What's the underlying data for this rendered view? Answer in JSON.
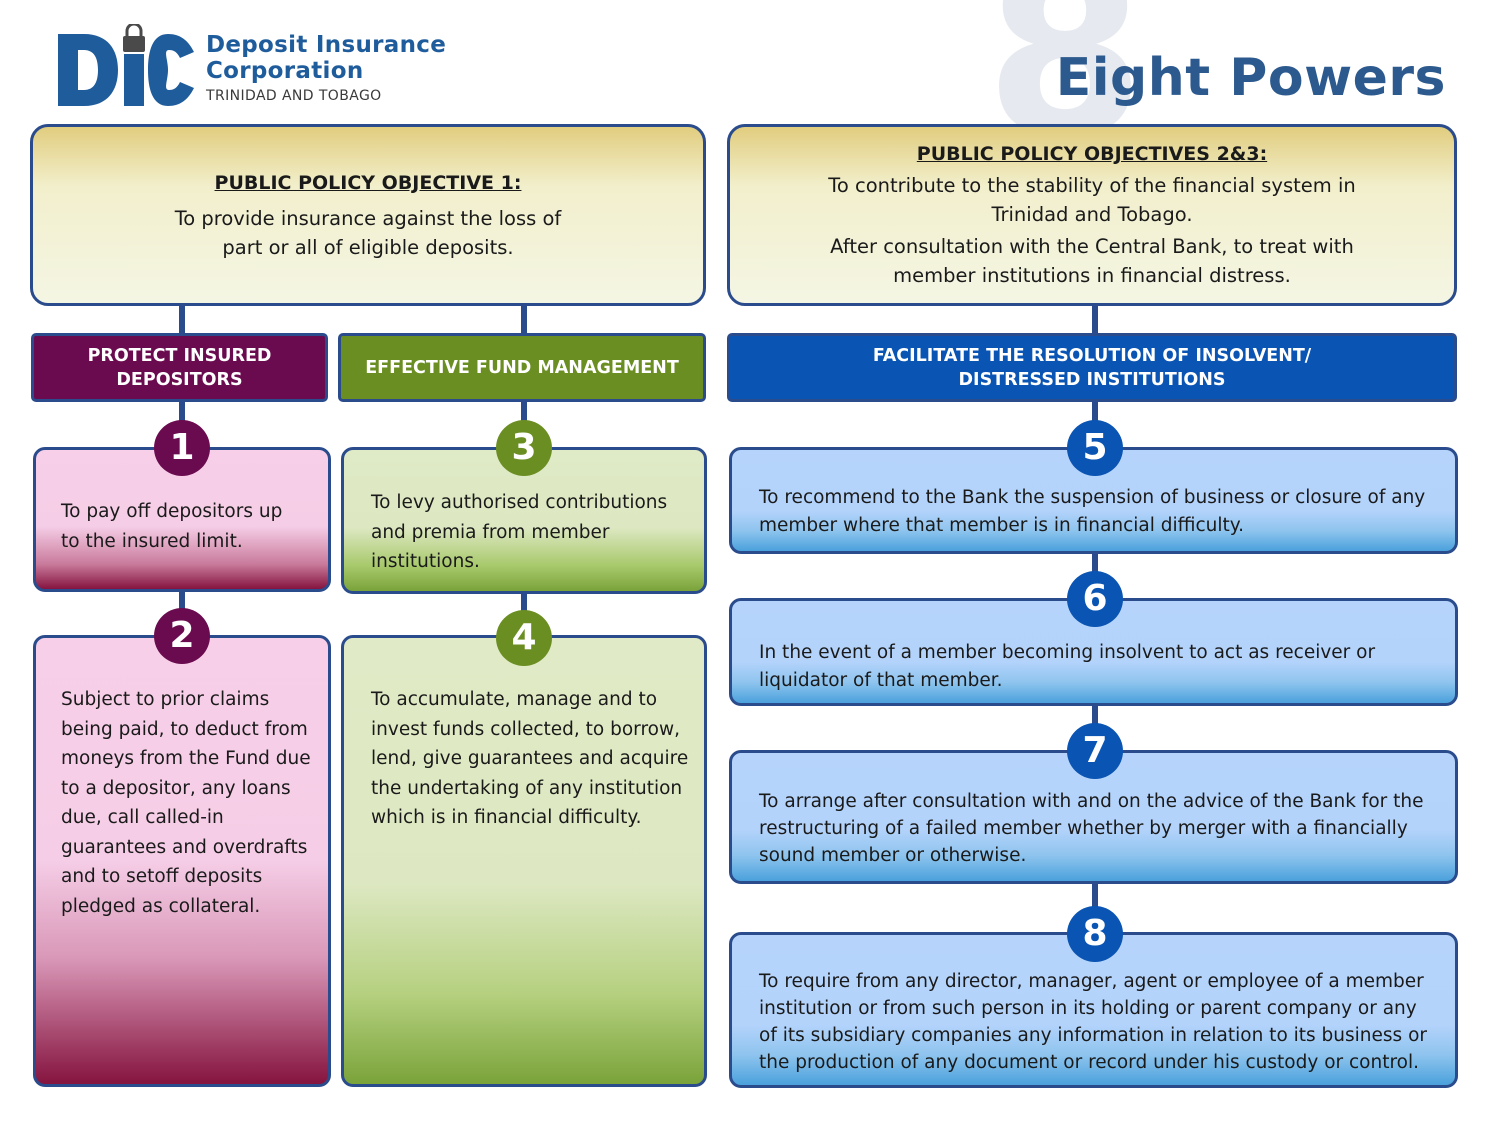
{
  "header": {
    "logo_text": "DIC",
    "org_line1": "Deposit Insurance",
    "org_line2": "Corporation",
    "org_line3": "TRINIDAD AND TOBAGO",
    "watermark_digit": "8",
    "title": "Eight Powers"
  },
  "colors": {
    "connector": "#2b4c8c",
    "purple": "#6b0b4f",
    "green": "#6b8e23",
    "blue": "#0a54b3",
    "title": "#2d5a8e"
  },
  "objectives": [
    {
      "title": "PUBLIC POLICY OBJECTIVE 1:",
      "lines": [
        "To provide insurance against the loss of part or all of eligible deposits."
      ]
    },
    {
      "title": "PUBLIC POLICY OBJECTIVES 2&3:",
      "lines": [
        "To contribute to the stability of the financial system in Trinidad and Tobago.",
        "After consultation with the Central Bank, to treat with member institutions in financial distress."
      ]
    }
  ],
  "categories": [
    {
      "label": "PROTECT INSURED DEPOSITORS",
      "color": "#6b0b4f"
    },
    {
      "label": "EFFECTIVE FUND MANAGEMENT",
      "color": "#6b8e23"
    },
    {
      "label": "FACILITATE THE RESOLUTION OF INSOLVENT/ DISTRESSED INSTITUTIONS",
      "color": "#0a54b3"
    }
  ],
  "powers": [
    {
      "number": "1",
      "text": "To pay off depositors up to the insured limit."
    },
    {
      "number": "2",
      "text": "Subject to prior claims being paid, to deduct from moneys from the Fund due to a depositor, any loans due, call called-in guarantees and overdrafts and to setoff deposits pledged as collateral."
    },
    {
      "number": "3",
      "text": "To levy authorised contributions and premia from member institutions."
    },
    {
      "number": "4",
      "text": "To accumulate, manage and to invest funds collected, to borrow, lend, give guarantees and acquire the undertaking of any institution which is in financial difficulty."
    },
    {
      "number": "5",
      "text": "To recommend to the Bank the suspension of business or closure of any member where that member is in financial difficulty."
    },
    {
      "number": "6",
      "text": "In the event of a member becoming insolvent to act as receiver or liquidator of that member."
    },
    {
      "number": "7",
      "text": "To arrange after consultation with and on the advice of the Bank for the restructuring of a failed member whether by merger with a financially sound member or otherwise."
    },
    {
      "number": "8",
      "text": "To require from any director, manager, agent or employee of a member institution or from such person in its holding or parent company or any of its subsidiary companies any information in relation to its business or the production of any document or record under his custody or control."
    }
  ]
}
